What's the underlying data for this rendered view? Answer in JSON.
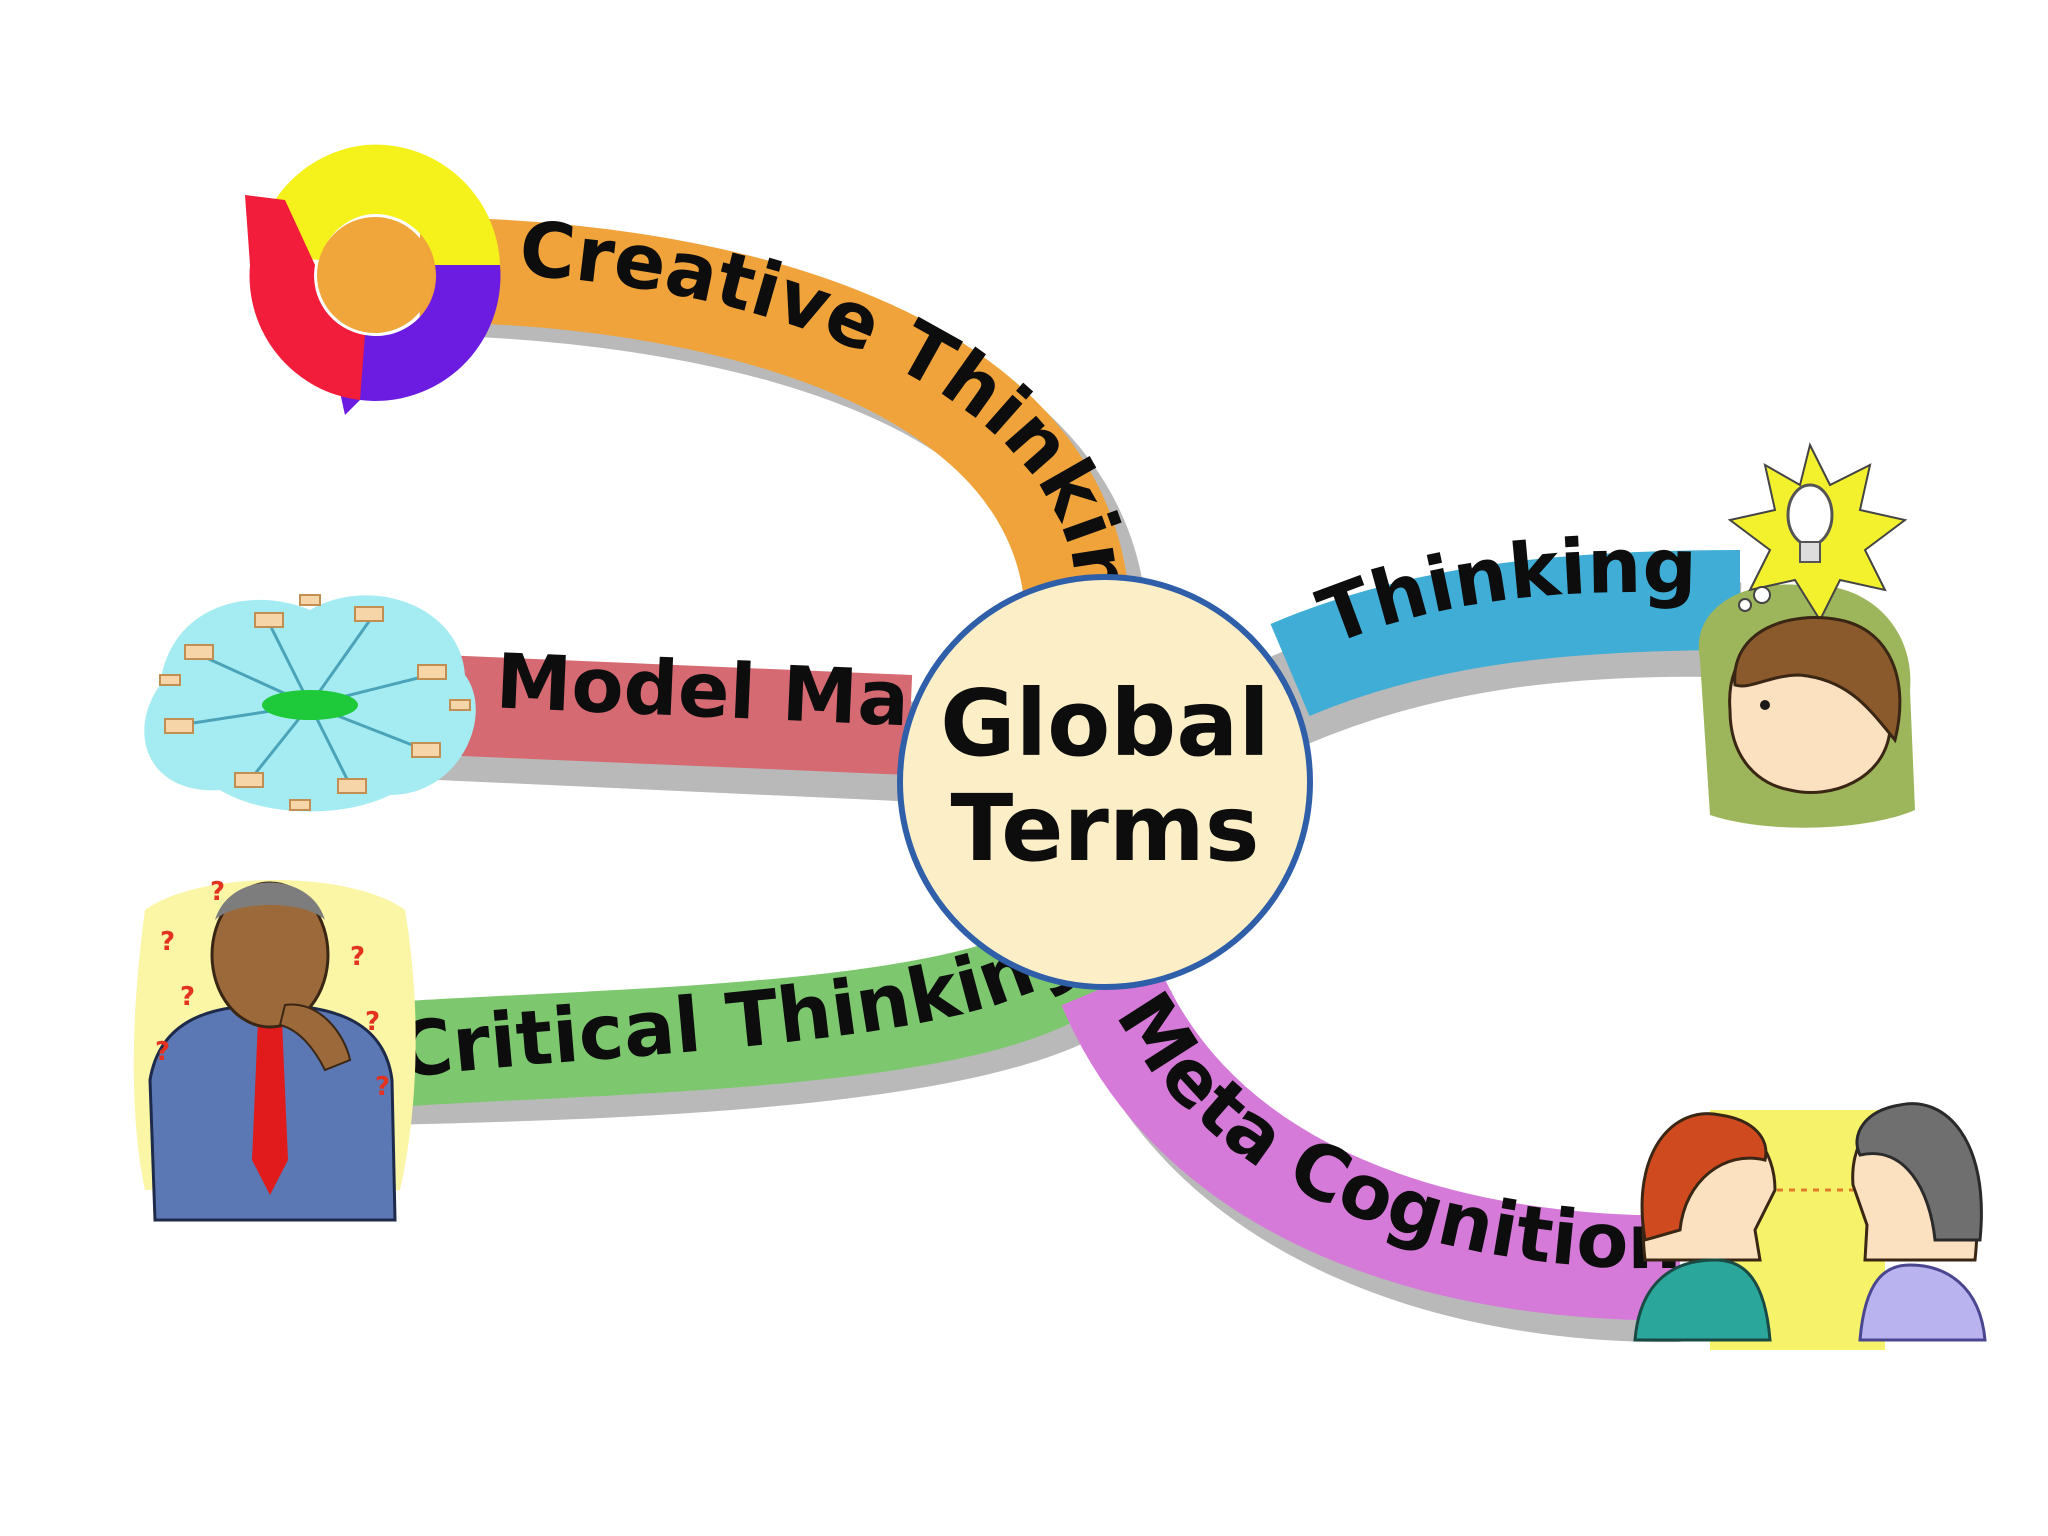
{
  "center": {
    "line1": "Global",
    "line2": "Terms",
    "fill": "#fcefc8",
    "stroke": "#2f5fa8"
  },
  "branches": [
    {
      "id": "creative-thinking",
      "label": "Creative Thinking",
      "color": "#efa33a",
      "icon": "cycle-arrows-icon"
    },
    {
      "id": "model-map",
      "label": "Model Map",
      "color": "#d66a72",
      "icon": "network-map-icon"
    },
    {
      "id": "critical-thinking",
      "label": "Critical Thinking",
      "color": "#7dc86e",
      "icon": "puzzled-man-icon"
    },
    {
      "id": "thinking",
      "label": "Thinking",
      "color": "#3fadd6",
      "icon": "lightbulb-boy-icon"
    },
    {
      "id": "meta-cognition",
      "label": "Meta Cognition",
      "color": "#d57ad9",
      "icon": "two-faces-icon"
    }
  ],
  "shadow_color": "#b9b9b9"
}
